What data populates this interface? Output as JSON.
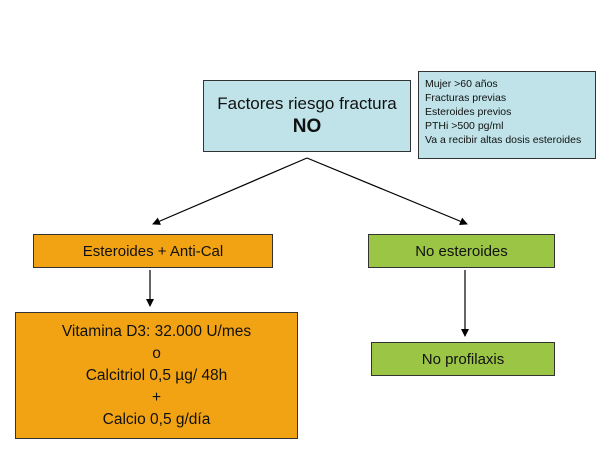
{
  "root": {
    "title": "Factores riesgo fractura",
    "answer": "NO"
  },
  "criteria": [
    "Mujer >60 años",
    "Fracturas previas",
    "Esteroides previos",
    "PTHi >500 pg/ml",
    "Va a recibir altas dosis esteroides"
  ],
  "left_branch": "Esteroides + Anti-Cal",
  "right_branch": "No esteroides",
  "treatment": [
    "Vitamina D3: 32.000 U/mes",
    "o",
    "Calcitriol 0,5 µg/ 48h",
    "+",
    "Calcio 0,5 g/día"
  ],
  "right_result": "No profilaxis",
  "colors": {
    "root_fill": "#bfe3e8",
    "orange_fill": "#f2a313",
    "green_fill": "#9ac545"
  }
}
